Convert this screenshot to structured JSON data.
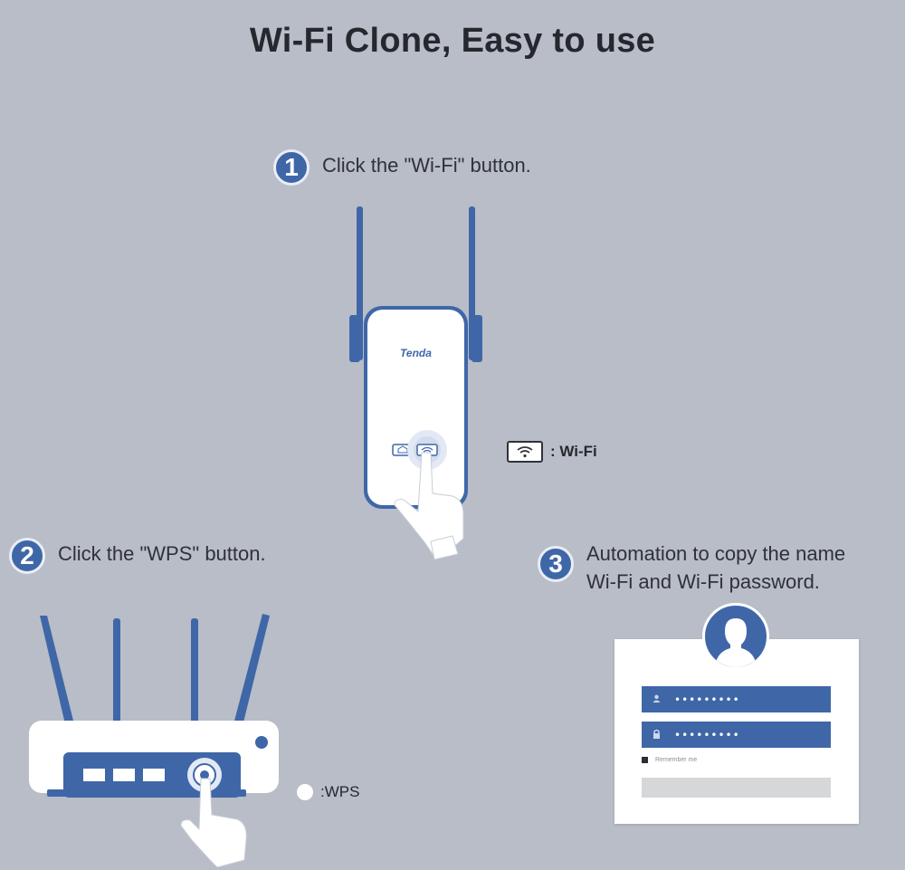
{
  "title": "Wi-Fi Clone, Easy to use",
  "steps": [
    {
      "number": "1",
      "text": "Click the \"Wi-Fi\" button."
    },
    {
      "number": "2",
      "text": "Click the \"WPS\" button."
    },
    {
      "number": "3",
      "text": "Automation to copy the name\nWi-Fi and Wi-Fi password."
    }
  ],
  "extender": {
    "brand": "Tenda"
  },
  "legends": {
    "wifi": ": Wi-Fi",
    "wps": ":WPS"
  },
  "login_card": {
    "username_value": "•••••••••",
    "password_value": "•••••••••",
    "remember_label": "Remember me"
  },
  "colors": {
    "background": "#b8bdc7",
    "accent": "#3f67a8",
    "device": "#ffffff"
  },
  "icons": [
    "wifi-icon",
    "home-icon",
    "user-icon",
    "lock-icon",
    "hand-pointer-icon",
    "avatar-icon"
  ]
}
